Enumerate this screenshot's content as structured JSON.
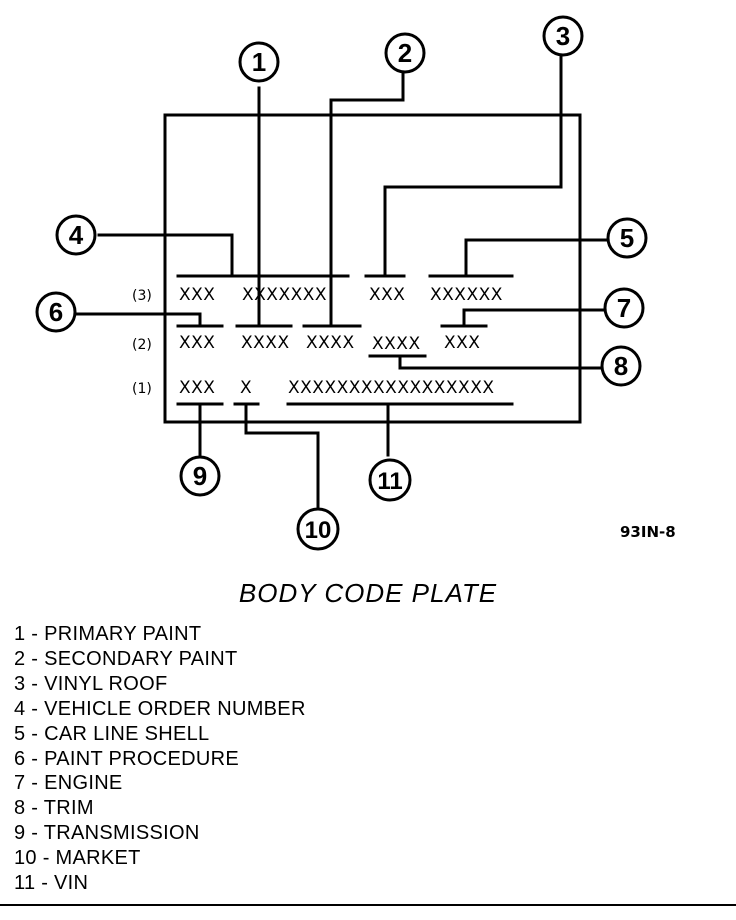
{
  "diagram": {
    "row_labels": [
      "(3)",
      "(2)",
      "(1)"
    ],
    "row3_codes": [
      "XXX",
      "XXXXXXX",
      "XXX",
      "XXXXXX"
    ],
    "row2_codes": [
      "XXX",
      "XXXX",
      "XXXX",
      "XXXX",
      "XXX"
    ],
    "row1_codes": [
      "XXX",
      "X",
      "XXXXXXXXXXXXXXXXX"
    ],
    "callouts": [
      "1",
      "2",
      "3",
      "4",
      "5",
      "6",
      "7",
      "8",
      "9",
      "10",
      "11"
    ],
    "figure_id": "93IN-8"
  },
  "caption": "BODY CODE PLATE",
  "legend": [
    "1 - PRIMARY PAINT",
    "2 - SECONDARY PAINT",
    "3 - VINYL ROOF",
    "4 - VEHICLE ORDER NUMBER",
    "5 - CAR LINE SHELL",
    "6 - PAINT PROCEDURE",
    "7 - ENGINE",
    "8 - TRIM",
    "9 - TRANSMISSION",
    "10 - MARKET",
    "11 - VIN"
  ]
}
